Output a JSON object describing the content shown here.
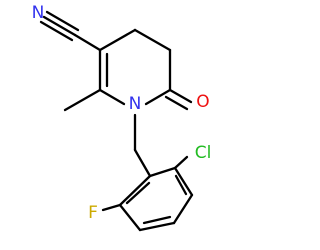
{
  "atoms": {
    "nitrile_n": "N",
    "ring_n": "N",
    "carbonyl_o": "O",
    "chlorine": "Cl",
    "fluorine": "F"
  },
  "colors": {
    "bond": "#000000",
    "nitrogen": "#3333ee",
    "oxygen": "#ee1111",
    "chlorine": "#22bb22",
    "fluorine": "#ccaa00"
  }
}
